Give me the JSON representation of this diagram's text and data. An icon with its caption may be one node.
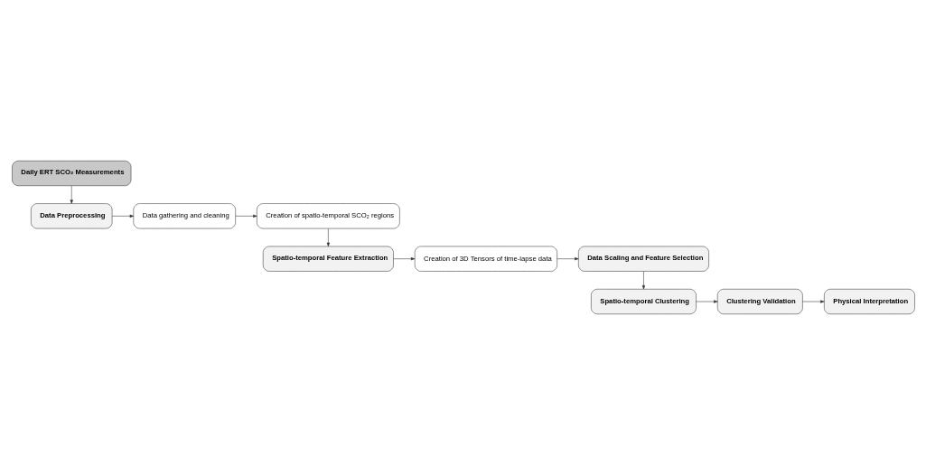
{
  "diagram": {
    "nodes": [
      {
        "text": [
          "Daily ERT SCO₂ Measurements"
        ]
      },
      {
        "text": [
          "Data Preprocessing"
        ]
      },
      {
        "text": [
          "Data gathering and cleaning"
        ]
      },
      {
        "text": [
          "Creation of spatio-temporal SCO₂ regions"
        ]
      },
      {
        "text": [
          "Spatio-temporal Feature Extraction"
        ]
      },
      {
        "text": [
          "Creation of 3D Tensors of time-lapse data"
        ]
      },
      {
        "text": [
          "Data Scaling and Feature Selection"
        ]
      },
      {
        "text": [
          "Spatio-temporal Clustering"
        ]
      },
      {
        "text": [
          "Clustering Validation"
        ]
      },
      {
        "text": [
          "Physical Interpretation"
        ]
      }
    ],
    "edges": [
      {
        "from": 0,
        "to": 1,
        "arrow": "to"
      },
      {
        "from": 1,
        "to": 2,
        "arrow": "to"
      },
      {
        "from": 2,
        "to": 3,
        "arrow": "to"
      },
      {
        "from": 3,
        "to": 4,
        "arrow": "to"
      },
      {
        "from": 4,
        "to": 5,
        "arrow": "to"
      },
      {
        "from": 5,
        "to": 6,
        "arrow": "to"
      },
      {
        "from": 6,
        "to": 7,
        "arrow": "to"
      },
      {
        "from": 7,
        "to": 8,
        "arrow": "to"
      },
      {
        "from": 8,
        "to": 9,
        "arrow": "to"
      }
    ]
  }
}
